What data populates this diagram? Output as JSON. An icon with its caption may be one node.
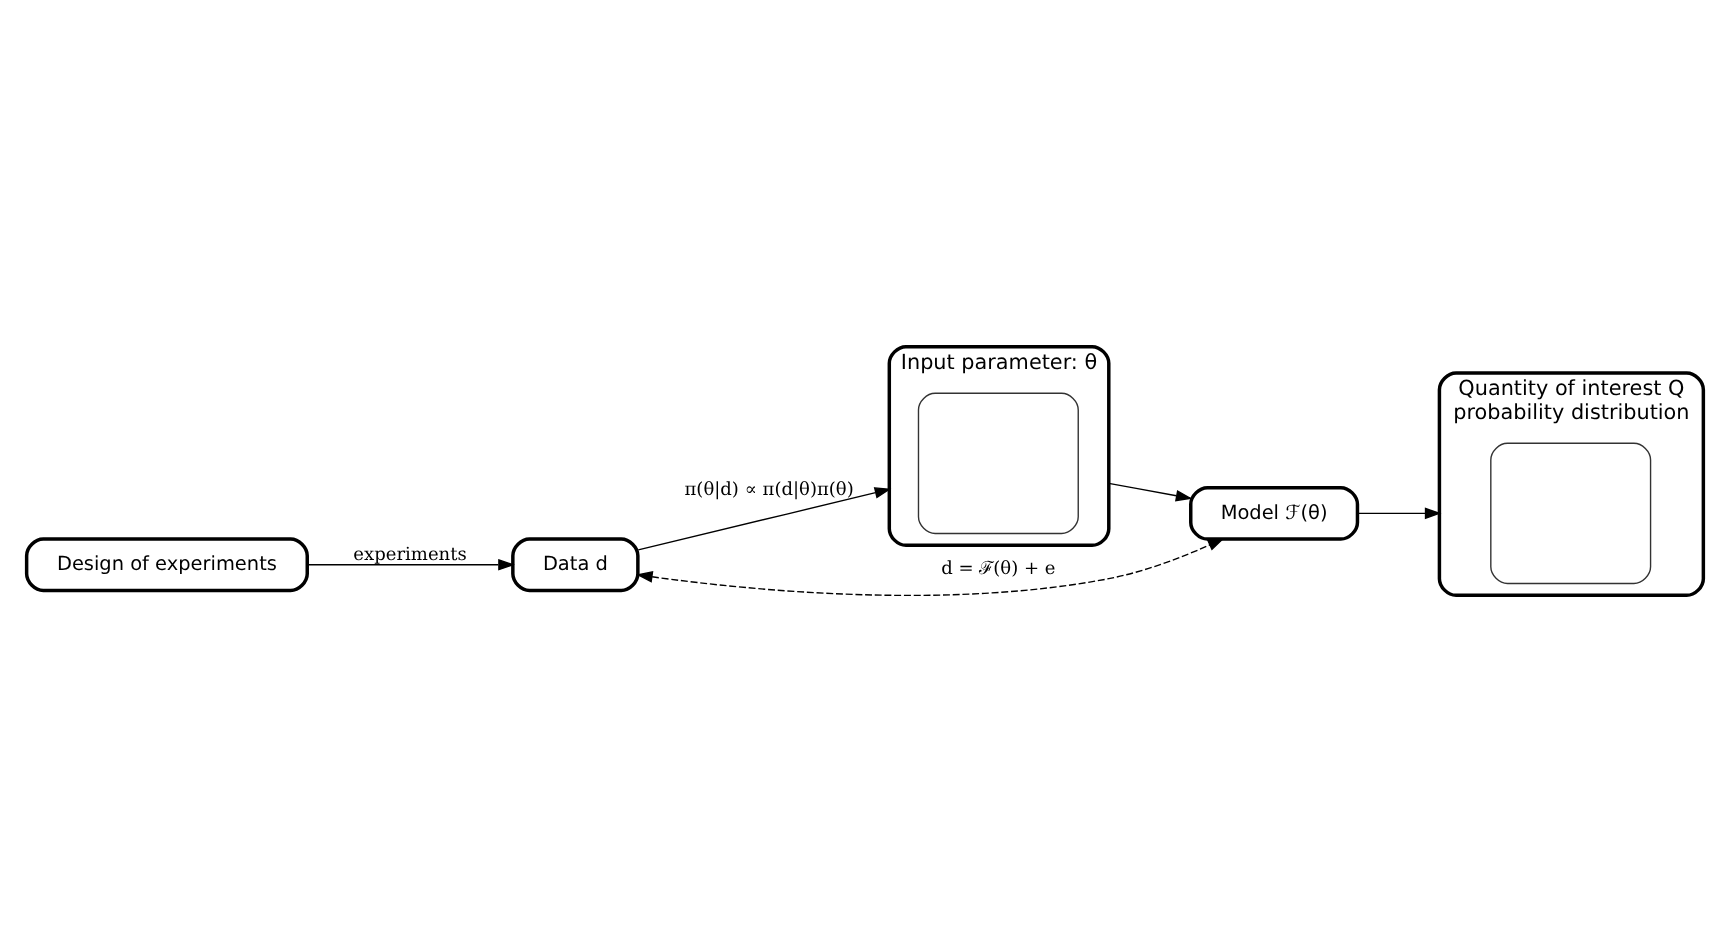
{
  "diagram": {
    "nodes": [
      {
        "text": [
          "Data d"
        ]
      },
      {
        "text": [
          "Design of experiments"
        ]
      },
      {
        "text": [
          "Input parameter: θ"
        ]
      },
      {
        "text": [],
        "shape": "box",
        "in": 2
      },
      {
        "text": [
          "Model ℱ(θ)"
        ]
      },
      {
        "text": [
          "Quantity of interest Q",
          "probability distribution"
        ]
      },
      {
        "text": [],
        "shape": "box",
        "in": 5
      }
    ],
    "edges": [
      {
        "from": 1,
        "to": 0,
        "arrow": "to",
        "label": "experiments"
      },
      {
        "from": 0,
        "to": 2,
        "arrow": "to",
        "label": "π(θ|d) ∝ π(d|θ)π(θ)"
      },
      {
        "from": 0,
        "to": 4,
        "arrow": "both",
        "style": "dashed",
        "label": "d = ℱ(θ) + e"
      },
      {
        "from": 2,
        "to": 4,
        "arrow": "to"
      },
      {
        "from": 4,
        "to": 5,
        "arrow": "to"
      }
    ]
  }
}
